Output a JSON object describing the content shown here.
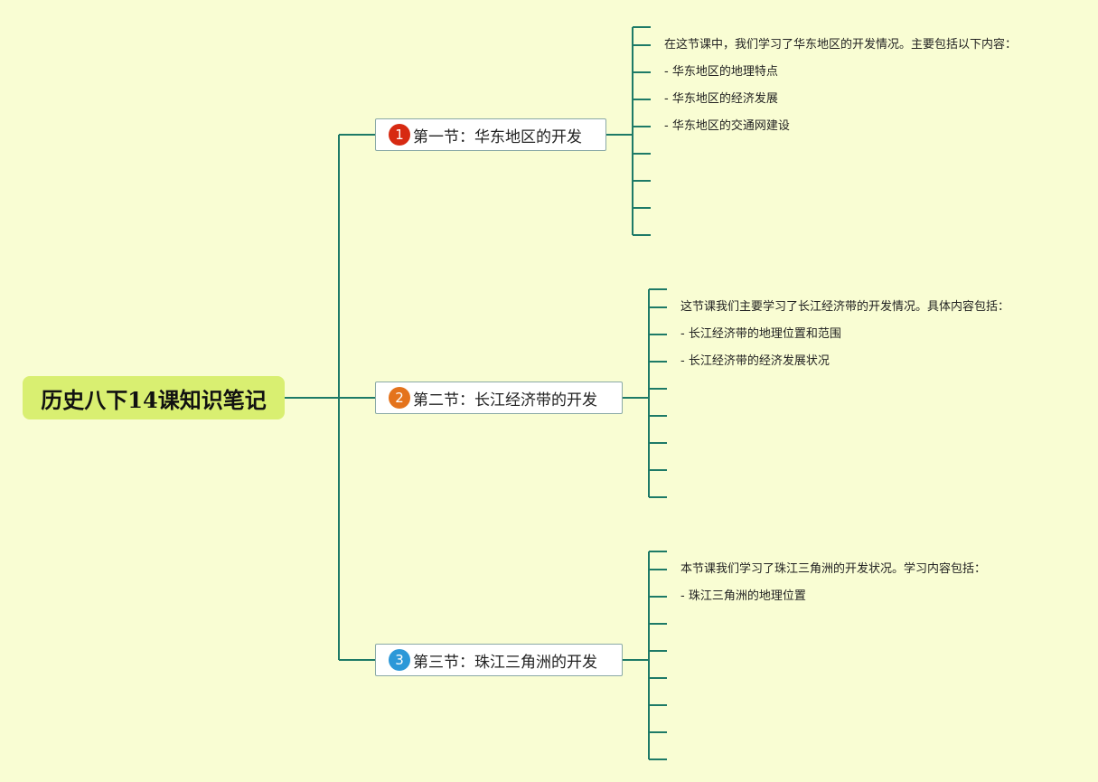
{
  "map": {
    "root_title": "历史八下14课知识笔记",
    "colors": {
      "background": "#f9fdd3",
      "root_fill": "#d9ef71",
      "connector": "#1e7a67",
      "badge_1": "#d72a12",
      "badge_2": "#e4731c",
      "badge_3": "#2c98d8"
    },
    "sections": [
      {
        "badge": "1",
        "title": "第一节：华东地区的开发",
        "notes": [
          "在这节课中，我们学习了华东地区的开发情况。主要包括以下内容：",
          "- 华东地区的地理特点",
          "- 华东地区的经济发展",
          "- 华东地区的交通网建设"
        ]
      },
      {
        "badge": "2",
        "title": "第二节：长江经济带的开发",
        "notes": [
          "这节课我们主要学习了长江经济带的开发情况。具体内容包括：",
          "- 长江经济带的地理位置和范围",
          "- 长江经济带的经济发展状况"
        ]
      },
      {
        "badge": "3",
        "title": "第三节：珠江三角洲的开发",
        "notes": [
          "本节课我们学习了珠江三角洲的开发状况。学习内容包括：",
          "- 珠江三角洲的地理位置"
        ]
      }
    ]
  }
}
